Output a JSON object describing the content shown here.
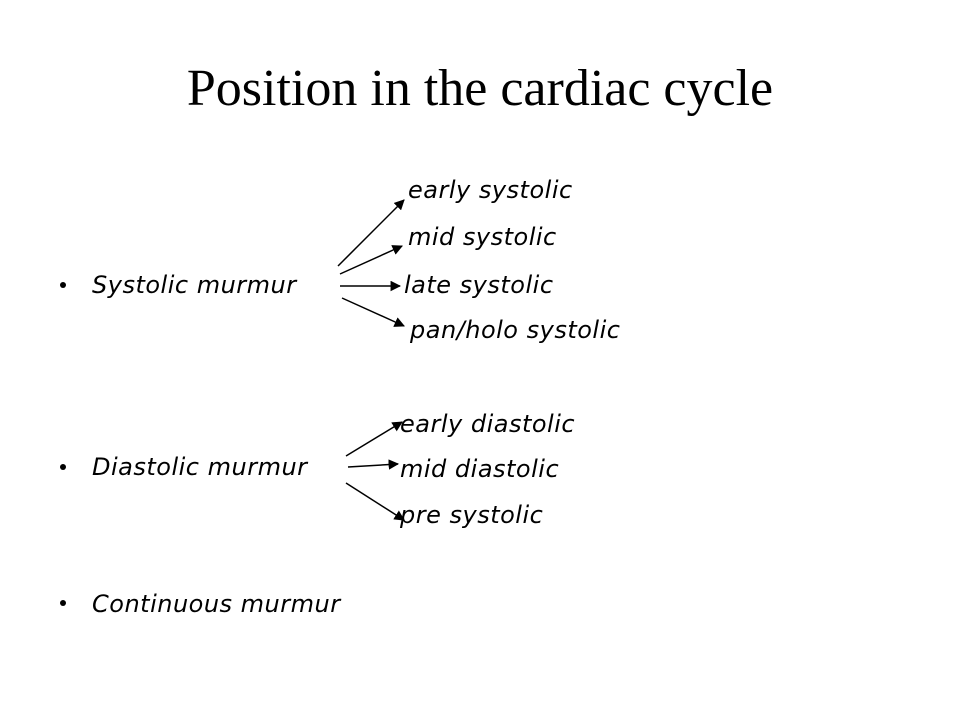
{
  "slide": {
    "title": "Position in the cardiac cycle"
  },
  "systolic": {
    "label": "Systolic murmur",
    "types": [
      "early systolic",
      "mid systolic",
      "late systolic",
      "pan/holo systolic"
    ]
  },
  "diastolic": {
    "label": "Diastolic murmur",
    "types": [
      "early diastolic",
      "mid diastolic",
      "pre systolic"
    ]
  },
  "continuous": {
    "label": "Continuous murmur"
  },
  "colors": {
    "text": "#000000",
    "background": "#ffffff"
  }
}
